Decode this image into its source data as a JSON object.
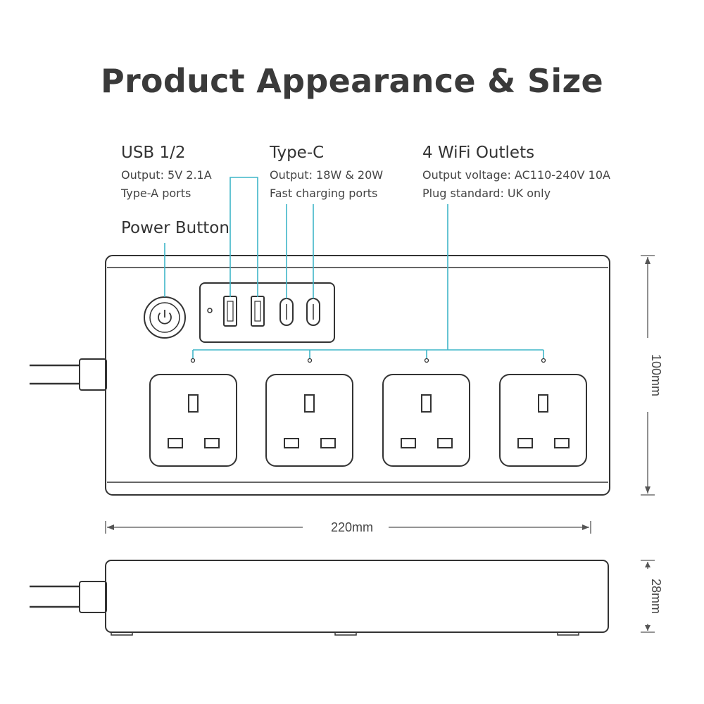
{
  "title": "Product Appearance & Size",
  "labels": {
    "usb": {
      "head": "USB 1/2",
      "line1": "Output: 5V 2.1A",
      "line2": "Type-A ports"
    },
    "typec": {
      "head": "Type-C",
      "line1": "Output: 18W & 20W",
      "line2": "Fast charging ports"
    },
    "outlets": {
      "head": "4 WiFi Outlets",
      "line1": "Output voltage: AC110-240V 10A",
      "line2": "Plug standard: UK only"
    },
    "power": {
      "head": "Power Button"
    }
  },
  "dimensions": {
    "height": "100mm",
    "width": "220mm",
    "depth": "28mm"
  },
  "colors": {
    "accent": "#3fb6c8",
    "outline": "#333333"
  },
  "outlet_count": 4,
  "icons": [
    "power-icon",
    "usb-a-port-icon",
    "usb-c-port-icon",
    "uk-socket-icon",
    "indicator-led-icon"
  ]
}
